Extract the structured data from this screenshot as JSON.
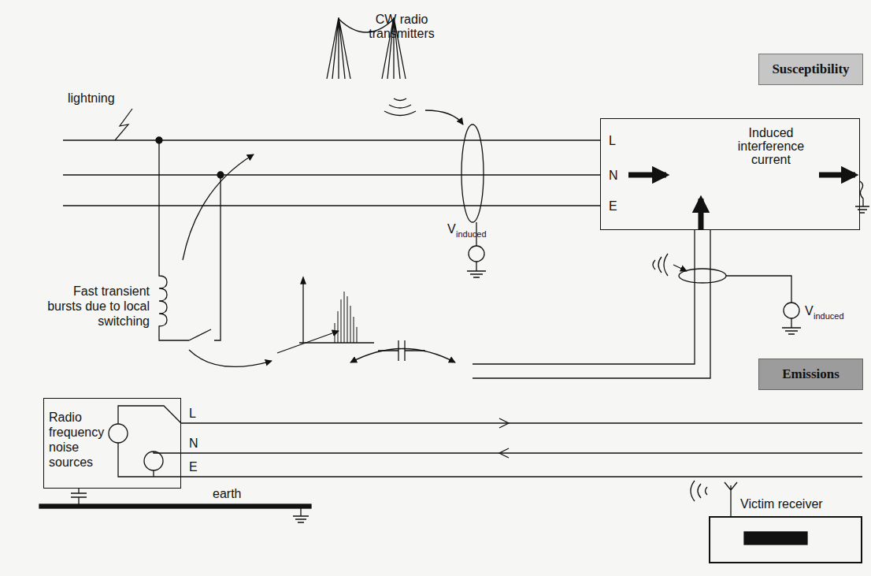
{
  "diagram": {
    "nodes": [
      {
        "text": [
          "Susceptibility"
        ]
      },
      {
        "text": [
          "L",
          "N",
          "E",
          "Induced interference current"
        ]
      },
      {
        "text": [
          "Emissions"
        ]
      },
      {
        "text": [
          "Radio frequency noise sources"
        ]
      },
      {
        "text": [
          "Victim receiver"
        ]
      }
    ],
    "labels": [
      "CW radio transmitters",
      "lightning",
      "Fast transient bursts due to local switching",
      "V",
      "induced",
      "V",
      "induced",
      "L",
      "N",
      "E",
      "earth"
    ]
  }
}
